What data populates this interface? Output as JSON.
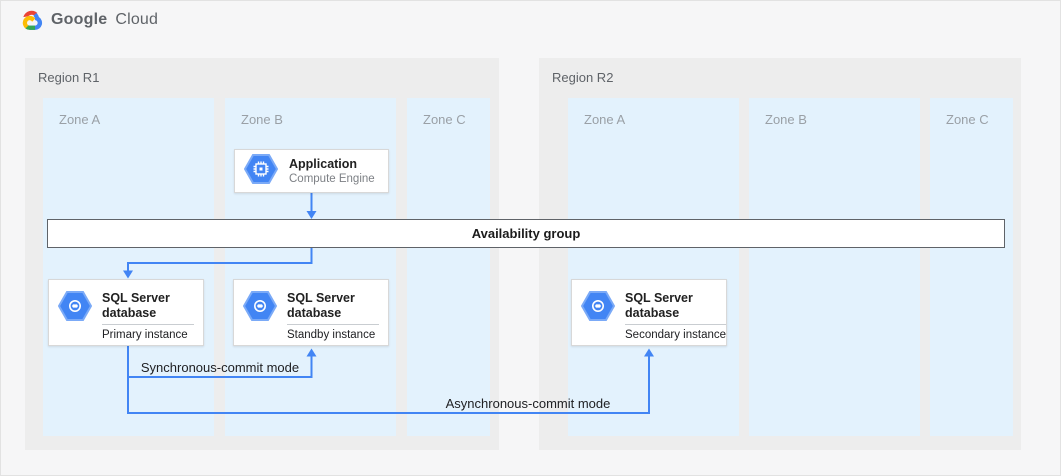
{
  "header": {
    "logo_google": "Google",
    "logo_cloud": "Cloud"
  },
  "regions": [
    {
      "label": "Region R1",
      "zones": [
        "Zone A",
        "Zone B",
        "Zone C"
      ]
    },
    {
      "label": "Region R2",
      "zones": [
        "Zone A",
        "Zone B",
        "Zone C"
      ]
    }
  ],
  "nodes": {
    "application": {
      "title": "Application",
      "subtitle": "Compute Engine"
    },
    "availability_group": {
      "label": "Availability group"
    },
    "sql_primary": {
      "title": "SQL Server database",
      "instance": "Primary instance"
    },
    "sql_standby": {
      "title": "SQL Server database",
      "instance": "Standby instance"
    },
    "sql_secondary": {
      "title": "SQL Server database",
      "instance": "Secondary instance"
    }
  },
  "connections": {
    "sync_label": "Synchronous-commit mode",
    "async_label": "Asynchronous-commit mode"
  },
  "colors": {
    "arrow_blue": "#4285f4",
    "zone_fill": "#e3f2fd",
    "region_fill": "#ededed",
    "hexagon_fill": "#4285f4",
    "hexagon_stroke": "#7baaf7",
    "availability_border": "#5f6368",
    "logo_red": "#ea4335",
    "logo_blue": "#4285f4",
    "logo_green": "#34a853",
    "logo_yellow": "#fbbc05"
  }
}
